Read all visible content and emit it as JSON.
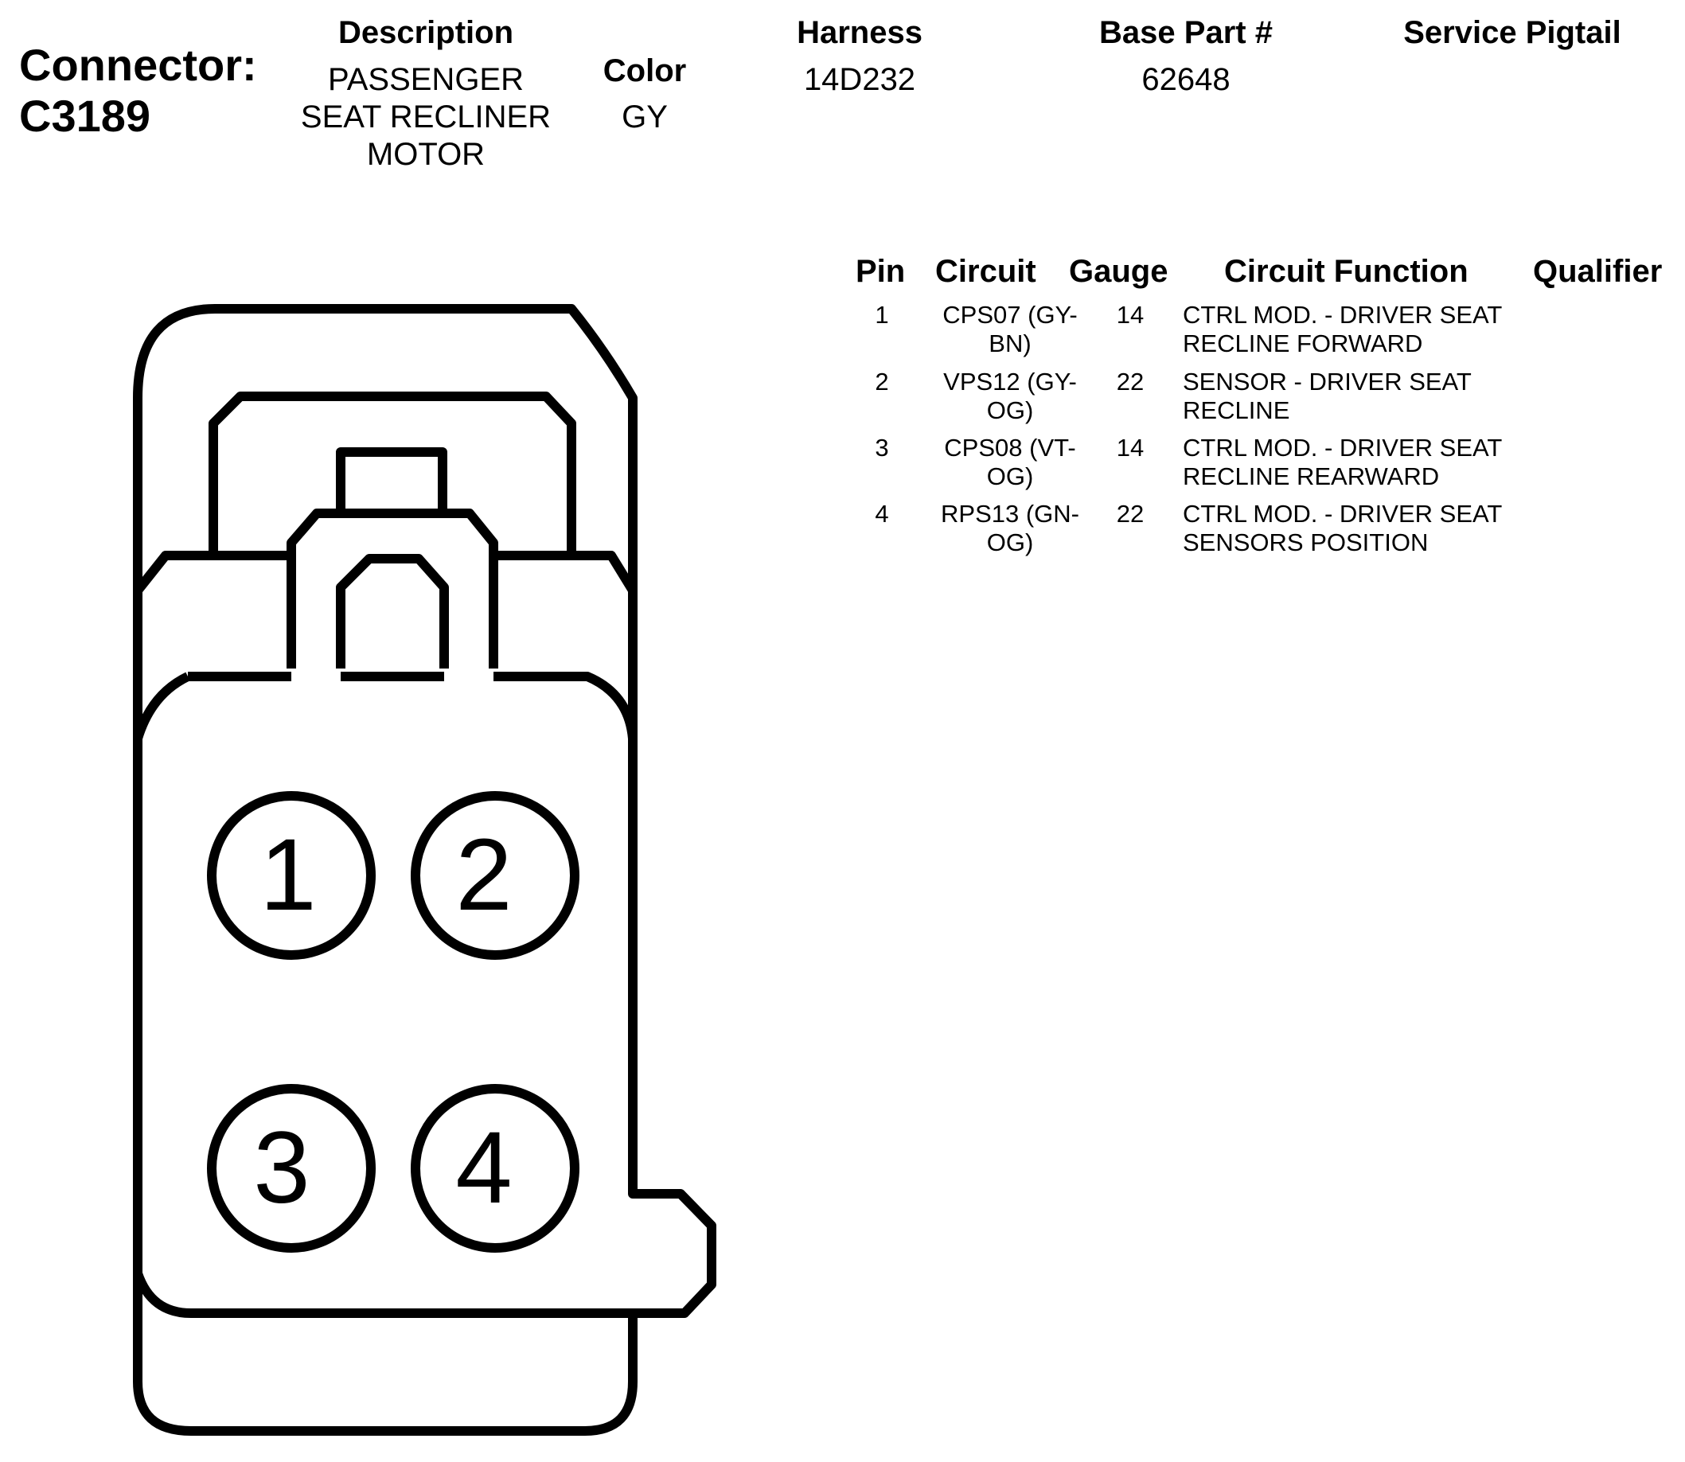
{
  "connector": {
    "label": "Connector:",
    "id": "C3189"
  },
  "header": {
    "description_label": "Description",
    "description_lines": [
      "PASSENGER",
      "SEAT RECLINER",
      "MOTOR"
    ],
    "color_label": "Color",
    "color_value": "GY",
    "harness_label": "Harness",
    "harness_value": "14D232",
    "base_part_label": "Base Part #",
    "base_part_value": "62648",
    "service_pigtail_label": "Service Pigtail",
    "service_pigtail_value": ""
  },
  "table": {
    "headers": {
      "pin": "Pin",
      "circuit": "Circuit",
      "gauge": "Gauge",
      "function": "Circuit Function",
      "qualifier": "Qualifier"
    },
    "rows": [
      {
        "pin": "1",
        "circuit_lines": [
          "CPS07 (GY-",
          "BN)"
        ],
        "gauge": "14",
        "function_lines": [
          "CTRL MOD. - DRIVER SEAT",
          "RECLINE FORWARD"
        ],
        "qualifier": ""
      },
      {
        "pin": "2",
        "circuit_lines": [
          "VPS12 (GY-",
          "OG)"
        ],
        "gauge": "22",
        "function_lines": [
          "SENSOR - DRIVER SEAT",
          "RECLINE"
        ],
        "qualifier": ""
      },
      {
        "pin": "3",
        "circuit_lines": [
          "CPS08 (VT-",
          "OG)"
        ],
        "gauge": "14",
        "function_lines": [
          "CTRL MOD. - DRIVER SEAT",
          "RECLINE REARWARD"
        ],
        "qualifier": ""
      },
      {
        "pin": "4",
        "circuit_lines": [
          "RPS13 (GN-",
          "OG)"
        ],
        "gauge": "22",
        "function_lines": [
          "CTRL MOD. - DRIVER SEAT",
          "SENSORS POSITION"
        ],
        "qualifier": ""
      }
    ]
  },
  "diagram": {
    "pins": [
      "1",
      "2",
      "3",
      "4"
    ]
  }
}
